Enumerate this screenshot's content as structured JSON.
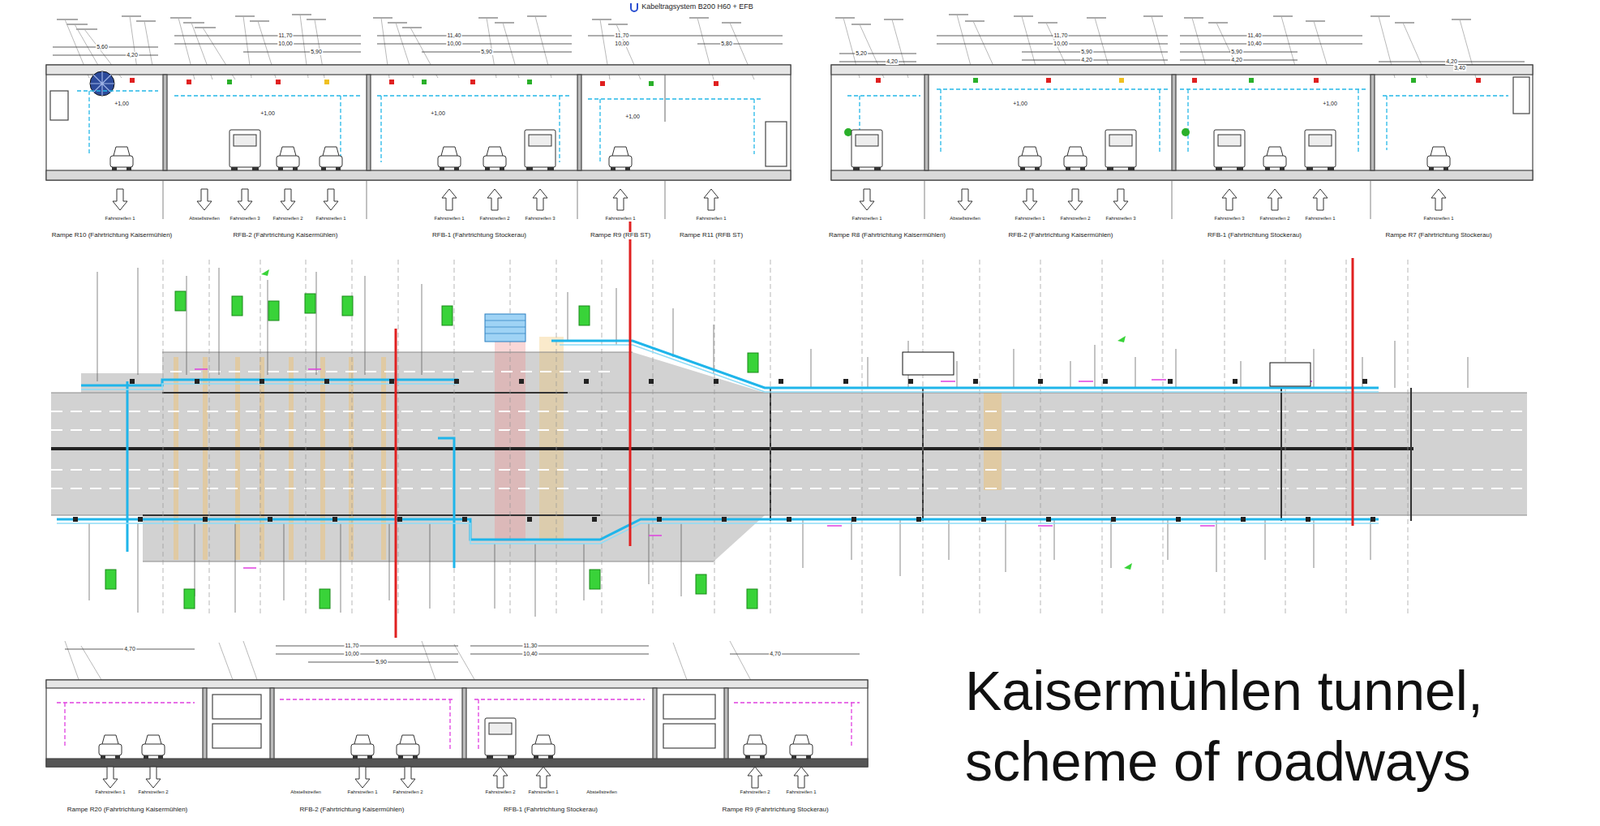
{
  "diagram": {
    "title": "Kaisermühlen tunnel, scheme of roadways",
    "labels": [
      "Kabeltragsystem B200 H60 + EFB",
      "Rampe R10 (Fahrtrichtung Kaisermühlen)",
      "RFB-2 (Fahrtrichtung Kaisermühlen)",
      "RFB-1 (Fahrtrichtung Stockerau)",
      "Rampe R9 (RFB ST)",
      "Rampe R11 (RFB ST)",
      "Fahrstreifen 1",
      "Abstellstreifen",
      "Fahrstreifen 3",
      "Fahrstreifen 2",
      "Fahrstreifen 1",
      "Fahrstreifen 1",
      "Fahrstreifen 2",
      "Fahrstreifen 3",
      "Fahrstreifen 1",
      "Fahrstreifen 1",
      "5,60",
      "4,20",
      "11,70",
      "10,00",
      "5,90",
      "11,40",
      "10,00",
      "5,90",
      "11,70",
      "10,00",
      "5,80",
      "+1,00",
      "+1,00",
      "+1,00",
      "+1,00",
      "Rampe R8 (Fahrtrichtung Kaisermühlen)",
      "RFB-2 (Fahrtrichtung Kaisermühlen)",
      "RFB-1 (Fahrtrichtung Stockerau)",
      "Rampe R7 (Fahrtrichtung Stockerau)",
      "Fahrstreifen 1",
      "Abstellstreifen",
      "Fahrstreifen 1",
      "Fahrstreifen 2",
      "Fahrstreifen 3",
      "Fahrstreifen 3",
      "Fahrstreifen 2",
      "Fahrstreifen 1",
      "Fahrstreifen 1",
      "5,20",
      "4,20",
      "11,70",
      "10,00",
      "5,90",
      "4,20",
      "11,40",
      "10,40",
      "5,90",
      "4,20",
      "4,20",
      "3,40",
      "+1,00",
      "+1,00",
      "Rampe R20 (Fahrtrichtung Kaisermühlen)",
      "RFB-2 (Fahrtrichtung Kaisermühlen)",
      "RFB-1 (Fahrtrichtung Stockerau)",
      "Rampe R9 (Fahrtrichtung Stockerau)",
      "Fahrstreifen 1",
      "Fahrstreifen 2",
      "Abstellstreifen",
      "Fahrstreifen 1",
      "Fahrstreifen 2",
      "Fahrstreifen 2",
      "Fahrstreifen 1",
      "Abstellstreifen",
      "Fahrstreifen 2",
      "Fahrstreifen 1",
      "4,70",
      "11,70",
      "10,00",
      "5,90",
      "11,30",
      "10,40",
      "4,70"
    ]
  }
}
